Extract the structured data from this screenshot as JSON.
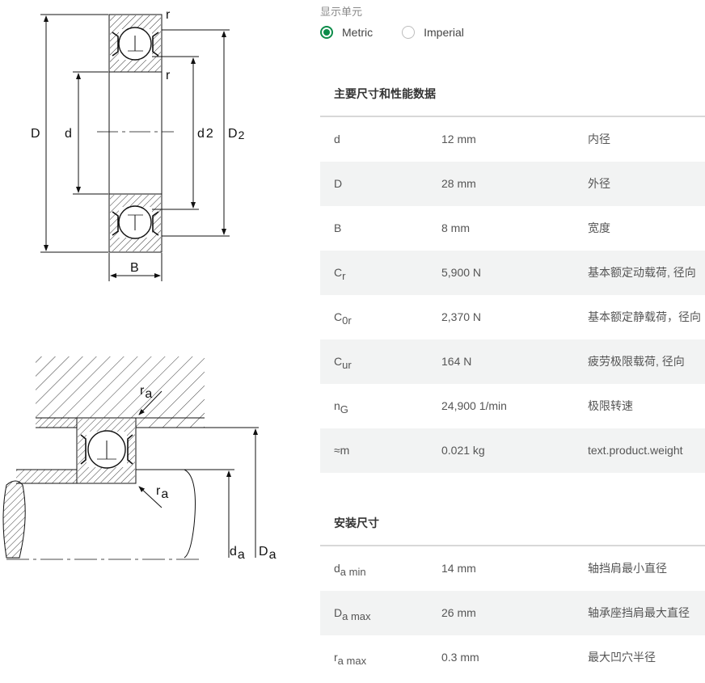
{
  "drawing_labels": {
    "D": "D",
    "d": "d",
    "d2": "d",
    "d2_sub": "2",
    "D2": "D",
    "D2_sub": "2",
    "B": "B",
    "r_top": "r",
    "r_mid": "r",
    "ra_upper": "r",
    "ra_upper_sub": "a",
    "ra_lower": "r",
    "ra_lower_sub": "a",
    "da": "d",
    "da_sub": "a",
    "Da": "D",
    "Da_sub": "a"
  },
  "units": {
    "label": "显示单元",
    "metric": "Metric",
    "imperial": "Imperial",
    "selected": "Metric"
  },
  "main_section": {
    "title": "主要尺寸和性能数据",
    "rows": [
      {
        "sym": "d",
        "sub": "",
        "value": "12 mm",
        "desc": "内径"
      },
      {
        "sym": "D",
        "sub": "",
        "value": "28 mm",
        "desc": "外径"
      },
      {
        "sym": "B",
        "sub": "",
        "value": "8 mm",
        "desc": "宽度"
      },
      {
        "sym": "C",
        "sub": "r",
        "value": "5,900 N",
        "desc": "基本额定动载荷, 径向"
      },
      {
        "sym": "C",
        "sub": "0r",
        "value": "2,370 N",
        "desc": "基本额定静载荷，径向"
      },
      {
        "sym": "C",
        "sub": "ur",
        "value": "164 N",
        "desc": "疲劳极限载荷, 径向"
      },
      {
        "sym": "n",
        "sub": "G",
        "value": "24,900 1/min",
        "desc": "极限转速"
      },
      {
        "sym": "≈m",
        "sub": "",
        "value": "0.021 kg",
        "desc": "text.product.weight"
      }
    ]
  },
  "mount_section": {
    "title": "安装尺寸",
    "rows": [
      {
        "sym": "d",
        "sub": "a min",
        "value": "14 mm",
        "desc": "轴挡肩最小直径"
      },
      {
        "sym": "D",
        "sub": "a max",
        "value": "26 mm",
        "desc": "轴承座挡肩最大直径"
      },
      {
        "sym": "r",
        "sub": "a max",
        "value": "0.3 mm",
        "desc": "最大凹穴半径"
      }
    ]
  }
}
